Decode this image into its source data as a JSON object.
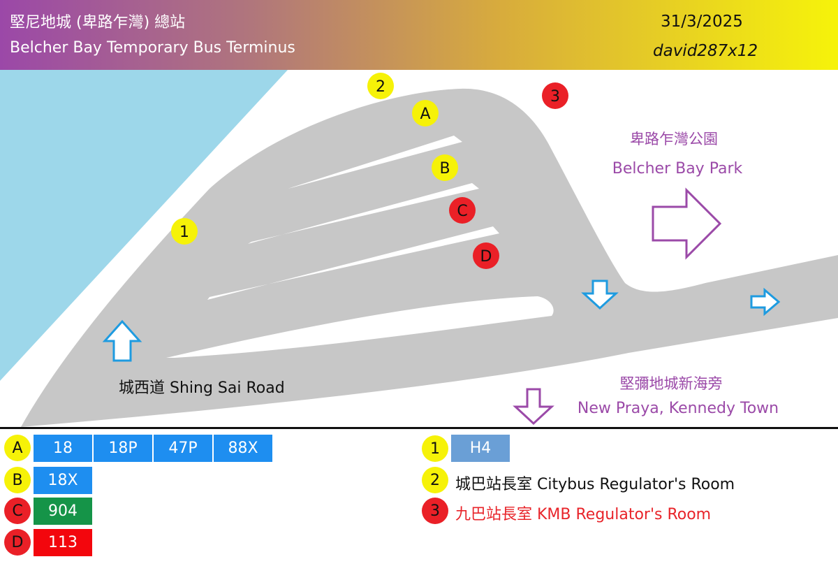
{
  "header": {
    "title_zh": "堅尼地城 (卑路乍灣) 總站",
    "title_en": "Belcher Bay Temporary Bus Terminus",
    "date": "31/3/2025",
    "author": "david287x12"
  },
  "map": {
    "markers": {
      "one": "1",
      "two": "2",
      "three": "3",
      "a": "A",
      "b": "B",
      "c": "C",
      "d": "D"
    },
    "park_zh": "卑路乍灣公園",
    "park_en": "Belcher Bay Park",
    "road_label": "城西道 Shing Sai Road",
    "praya_zh": "堅彌地城新海旁",
    "praya_en": "New Praya, Kennedy Town"
  },
  "colors": {
    "sea": "#9dd7ea",
    "road": "#c7c7c7",
    "yellow": "#f6f208",
    "red": "#ea2027",
    "purple": "#9b4aa8",
    "arrow_blue": "#1e9be0"
  },
  "legend": {
    "bays": [
      {
        "bay": "A",
        "routes": [
          "18",
          "18P",
          "47P",
          "88X"
        ]
      },
      {
        "bay": "B",
        "routes": [
          "18X"
        ]
      },
      {
        "bay": "C",
        "routes": [
          "904"
        ]
      },
      {
        "bay": "D",
        "routes": [
          "113"
        ]
      }
    ],
    "points": [
      {
        "num": "1",
        "route": "H4"
      },
      {
        "num": "2",
        "text": "城巴站長室 Citybus Regulator's Room"
      },
      {
        "num": "3",
        "text": "九巴站長室 KMB Regulator's Room"
      }
    ]
  }
}
